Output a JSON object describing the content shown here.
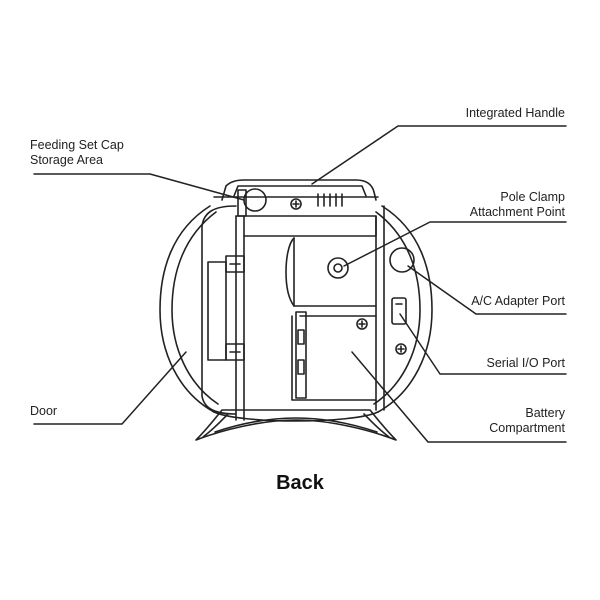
{
  "labels": {
    "integrated_handle": "Integrated Handle",
    "feeding_set_cap": [
      "Feeding Set Cap",
      "Storage Area"
    ],
    "pole_clamp": [
      "Pole Clamp",
      "Attachment Point"
    ],
    "ac_adapter_port": "A/C Adapter Port",
    "serial_io_port": "Serial I/O Port",
    "door": "Door",
    "battery_compartment": [
      "Battery",
      "Compartment"
    ]
  },
  "caption": "Back",
  "colors": {
    "line": "#222222",
    "text": "#222222",
    "background": "#ffffff"
  }
}
